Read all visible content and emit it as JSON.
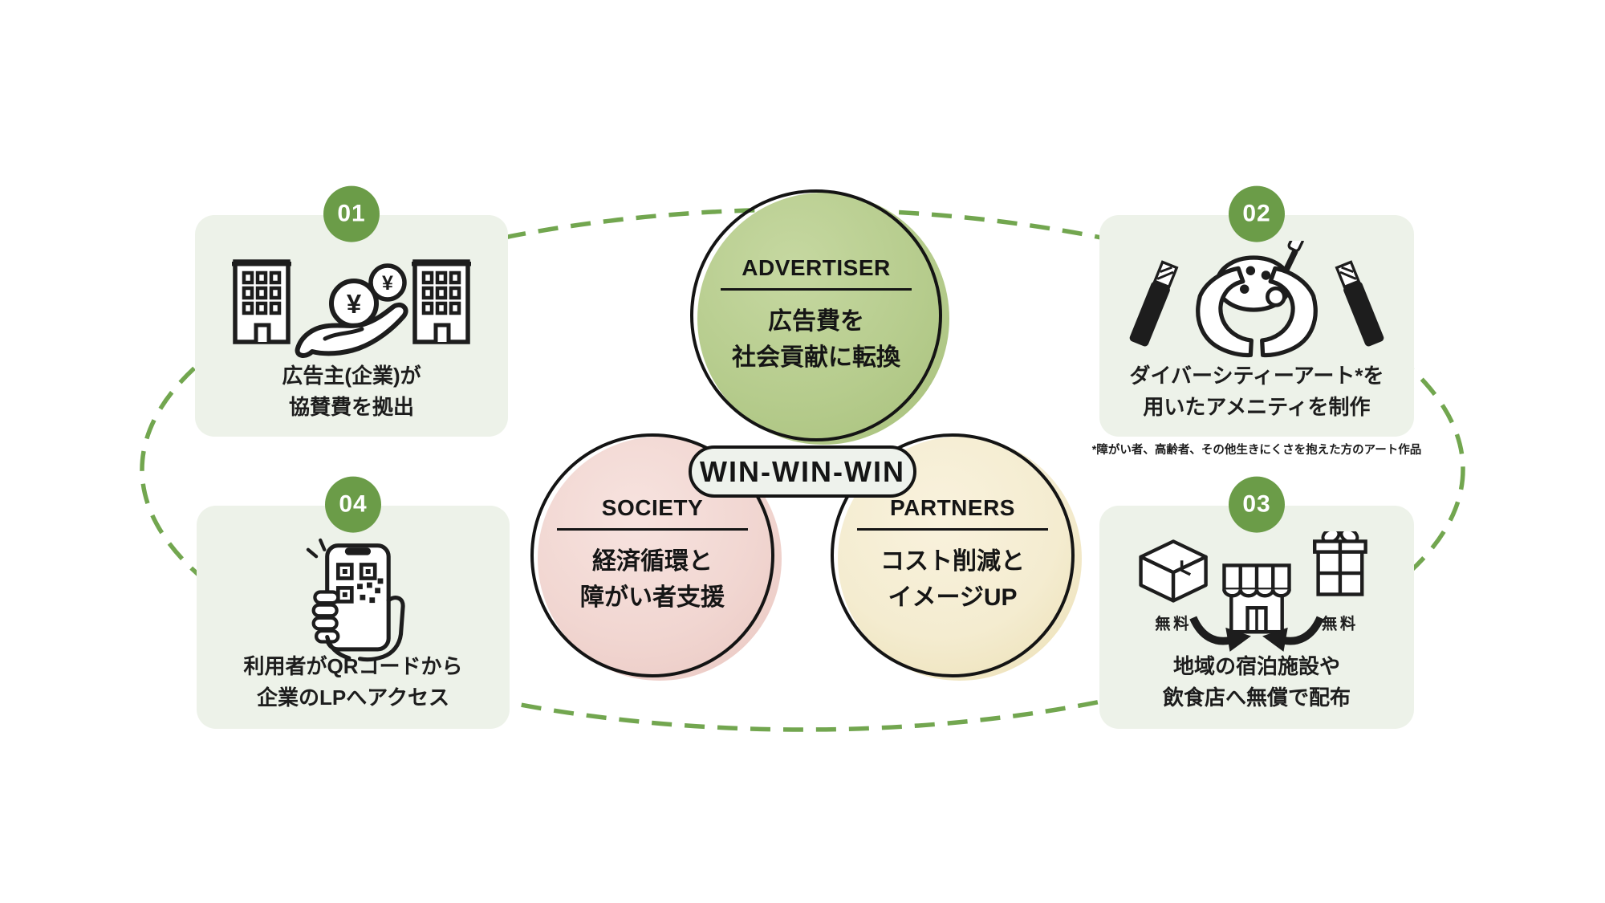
{
  "colors": {
    "background": "#ffffff",
    "box_bg": "#edf2e9",
    "badge_green": "#6b9c48",
    "dash_green": "#72a64f",
    "advertiser_fill": "#b6cc8d",
    "society_fill": "#f1d6d1",
    "partners_fill": "#f4ecd0",
    "pill_bg": "#eef2ec",
    "text": "#1d1d1d"
  },
  "win_badge": {
    "label": "WIN-WIN-WIN"
  },
  "circles": {
    "advertiser": {
      "title": "ADVERTISER",
      "line1": "広告費を",
      "line2": "社会貢献に転換"
    },
    "society": {
      "title": "SOCIETY",
      "line1": "経済循環と",
      "line2": "障がい者支援"
    },
    "partners": {
      "title": "PARTNERS",
      "line1": "コスト削減と",
      "line2": "イメージUP"
    }
  },
  "steps": [
    {
      "number": "01",
      "line1": "広告主(企業)が",
      "line2": "協賛費を拠出"
    },
    {
      "number": "02",
      "line1": "ダイバーシティーアート*を",
      "line2": "用いたアメニティを制作",
      "footnote": "*障がい者、高齢者、その他生きにくさを抱えた方のアート作品"
    },
    {
      "number": "03",
      "line1": "地域の宿泊施設や",
      "line2": "飲食店へ無償で配布",
      "free_label": "無料"
    },
    {
      "number": "04",
      "line1": "利用者がQRコードから",
      "line2": "企業のLPへアクセス"
    }
  ],
  "icons": {
    "yen": "¥"
  }
}
